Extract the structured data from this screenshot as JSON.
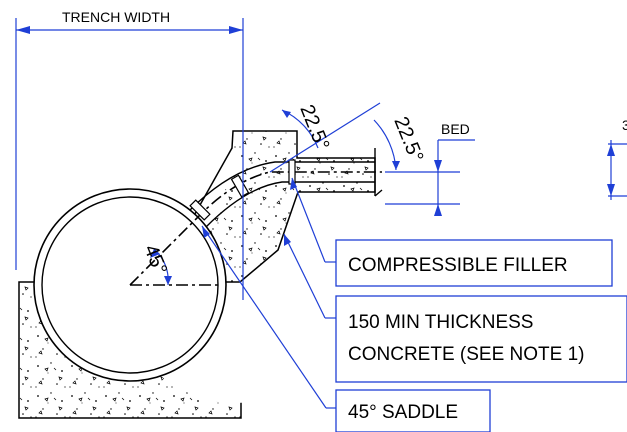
{
  "labels": {
    "trench_width": "TRENCH WIDTH",
    "bed": "BED",
    "angle_bend_upper": "22.5°",
    "angle_bend_right": "22.5°",
    "angle_saddle": "45°",
    "compressible_filler": "COMPRESSIBLE FILLER",
    "concrete_line1": "150 MIN THICKNESS",
    "concrete_line2": "CONCRETE (SEE NOTE 1)",
    "saddle": "45° SADDLE",
    "clipped_digit": "3"
  },
  "colors": {
    "linework": "#000000",
    "dimension": "#1f3fd6",
    "callout_box": "#1f3fd6",
    "background": "#ffffff"
  }
}
